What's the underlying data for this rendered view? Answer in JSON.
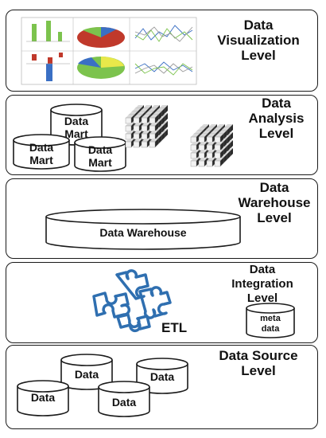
{
  "levels": {
    "visualization": {
      "title": "Data\nVisualization\nLevel"
    },
    "analysis": {
      "title": "Data\nAnalysis\nLevel",
      "marts": [
        "Data\nMart",
        "Data\nMart",
        "Data\nMart"
      ]
    },
    "warehouse": {
      "title": "Data\nWarehouse\nLevel",
      "cylinder_label": "Data Warehouse"
    },
    "integration": {
      "title": "Data\nIntegration\nLevel",
      "etl_label": "ETL",
      "meta_label": "meta\ndata"
    },
    "source": {
      "title": "Data Source\nLevel",
      "sources": [
        "Data",
        "Data",
        "Data",
        "Data"
      ]
    }
  },
  "colors": {
    "outline": "#1a1a1a",
    "puzzle": "#2f6fb0",
    "cube_top": "#d9d9d9",
    "cube_front": "#f2f2f2",
    "cube_side": "#2b2b2b",
    "chart_green": "#7cc34d",
    "chart_red": "#c0392b",
    "chart_blue": "#3a6fc4",
    "chart_yellow": "#e8e84a"
  }
}
